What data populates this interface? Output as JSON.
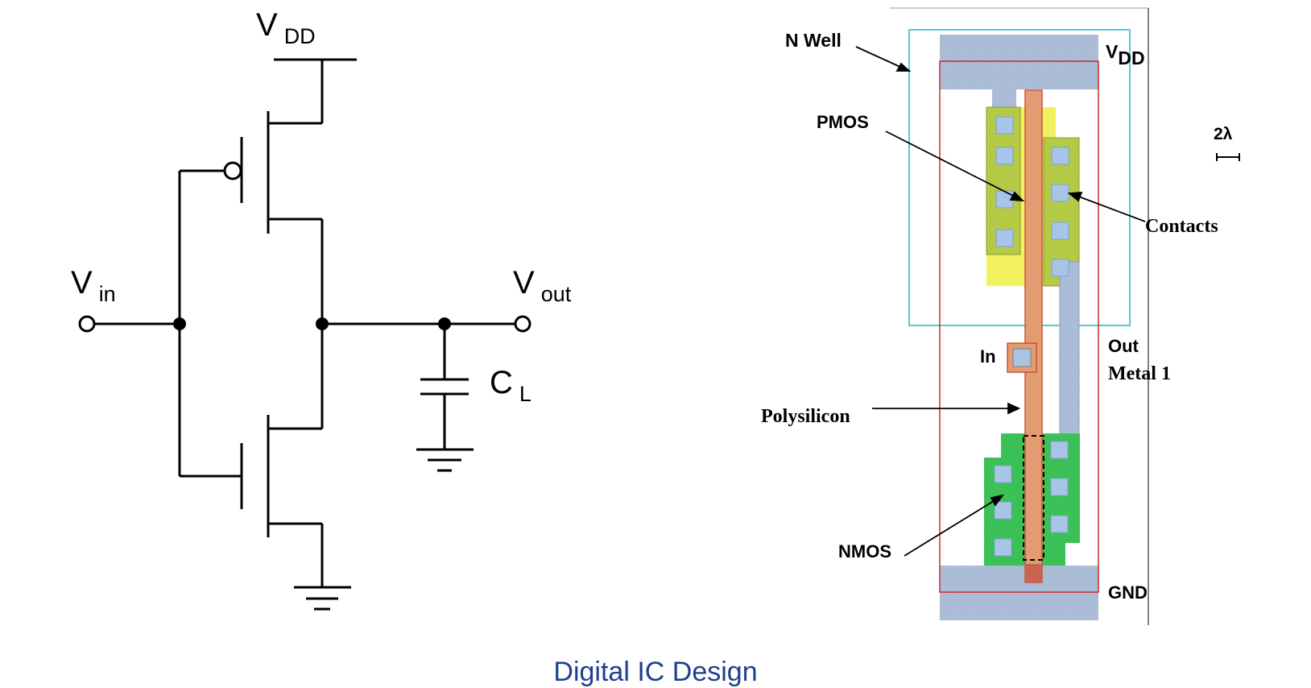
{
  "schematic": {
    "vdd": {
      "main": "V",
      "sub": "DD"
    },
    "vin": {
      "main": "V",
      "sub": "in"
    },
    "vout": {
      "main": "V",
      "sub": "out"
    },
    "cl": {
      "main": "C",
      "sub": "L"
    }
  },
  "layout": {
    "labels": {
      "nwell": "N Well",
      "vdd_main": "V",
      "vdd_sub": "DD",
      "pmos": "PMOS",
      "scale": "2λ",
      "contacts": "Contacts",
      "in": "In",
      "out": "Out",
      "metal1": "Metal 1",
      "polysilicon": "Polysilicon",
      "nmos": "NMOS",
      "gnd": "GND"
    },
    "colors": {
      "metal": "#b8c7de",
      "nwell_outline": "#5fc6d2",
      "pdiff": "#b8d04a",
      "pselect": "#f0f040",
      "ndiff": "#3ec85a",
      "poly": "#e39b72",
      "poly_outline": "#c8553a",
      "cell_outline": "#cc2a2a",
      "contact": "#a8c4e6"
    }
  },
  "footer": {
    "text": "Digital IC Design"
  }
}
